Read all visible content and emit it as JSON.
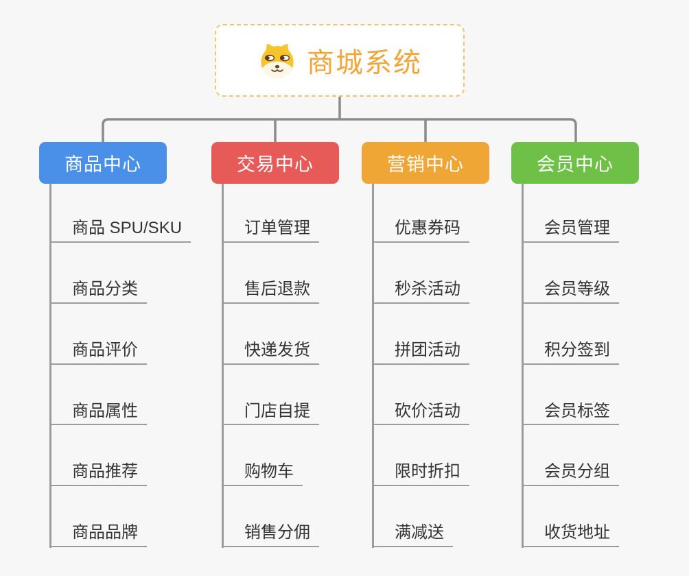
{
  "page": {
    "background": "#f7f7f7"
  },
  "root": {
    "title": "商城系统",
    "icon": "dog-face-icon",
    "title_color": "#f0a63a",
    "border_color": "#f5c271",
    "background": "#ffffff"
  },
  "connectors": {
    "line_color": "#8b8b8b",
    "underline_color": "#9c9c9c"
  },
  "item_text_color": "#333333",
  "branches": [
    {
      "label": "商品中心",
      "color": "#4a8fe8",
      "items": [
        "商品 SPU/SKU",
        "商品分类",
        "商品评价",
        "商品属性",
        "商品推荐",
        "商品品牌"
      ]
    },
    {
      "label": "交易中心",
      "color": "#e65b57",
      "items": [
        "订单管理",
        "售后退款",
        "快递发货",
        "门店自提",
        "购物车",
        "销售分佣"
      ]
    },
    {
      "label": "营销中心",
      "color": "#f0a634",
      "items": [
        "优惠券码",
        "秒杀活动",
        "拼团活动",
        "砍价活动",
        "限时折扣",
        "满减送"
      ]
    },
    {
      "label": "会员中心",
      "color": "#6ec046",
      "items": [
        "会员管理",
        "会员等级",
        "积分签到",
        "会员标签",
        "会员分组",
        "收货地址"
      ]
    }
  ]
}
